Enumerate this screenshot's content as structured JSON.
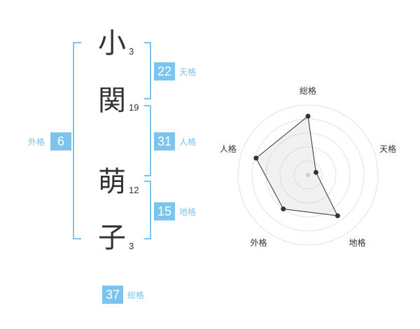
{
  "name_chars": [
    {
      "char": "小",
      "strokes": "3"
    },
    {
      "char": "関",
      "strokes": "19"
    },
    {
      "char": "萌",
      "strokes": "12"
    },
    {
      "char": "子",
      "strokes": "3"
    }
  ],
  "fortunes": {
    "tenkaku": {
      "value": "22",
      "label": "天格"
    },
    "jinkaku": {
      "value": "31",
      "label": "人格"
    },
    "chikaku": {
      "value": "15",
      "label": "地格"
    },
    "gaikaku": {
      "value": "6",
      "label": "外格"
    },
    "soukaku": {
      "value": "37",
      "label": "総格"
    }
  },
  "colors": {
    "accent": "#7cc4ee",
    "text": "#333333"
  },
  "chart_data": {
    "type": "radar",
    "axes": [
      "総格",
      "天格",
      "地格",
      "外格",
      "人格"
    ],
    "values": [
      0.84,
      0.12,
      0.72,
      0.6,
      0.78
    ],
    "rings": 5
  }
}
